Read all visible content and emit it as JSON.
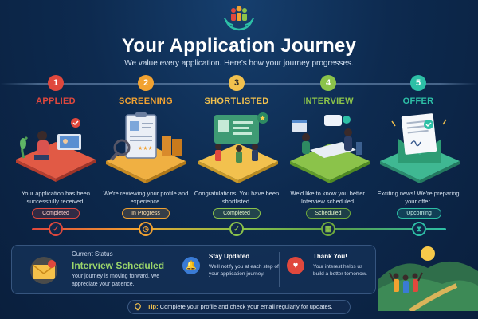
{
  "header": {
    "title": "Your Application Journey",
    "subtitle": "We value every application. Here's how your journey progresses."
  },
  "stages": [
    {
      "number": "1",
      "label": "APPLIED",
      "color": "#e0483d",
      "description": "Your application has been successfully received.",
      "status": "Completed",
      "status_icon": "check-icon"
    },
    {
      "number": "2",
      "label": "SCREENING",
      "color": "#f2a231",
      "description": "We're reviewing your profile and experience.",
      "status": "In Progress",
      "status_icon": "clock-icon"
    },
    {
      "number": "3",
      "label": "SHORTLISTED",
      "color": "#f2c14e",
      "description": "Congratulations! You have been shortlisted.",
      "status": "Completed",
      "status_icon": "check-icon"
    },
    {
      "number": "4",
      "label": "INTERVIEW",
      "color": "#8bc34a",
      "description": "We'd like to know you better. Interview scheduled.",
      "status": "Scheduled",
      "status_icon": "calendar-icon"
    },
    {
      "number": "5",
      "label": "OFFER",
      "color": "#2dbfa6",
      "description": "Exciting news! We're preparing your offer.",
      "status": "Upcoming",
      "status_icon": "hourglass-icon"
    }
  ],
  "current_status": {
    "heading": "Current Status",
    "value": "Interview Scheduled",
    "text": "Your journey is moving forward. We appreciate your patience."
  },
  "stay_updated": {
    "heading": "Stay Updated",
    "text": "We'll notify you at each step of your application journey."
  },
  "thank_you": {
    "heading": "Thank You!",
    "text": "Your interest helps us build a better tomorrow."
  },
  "tip": {
    "label": "Tip:",
    "text": "Complete your profile and check your email regularly for updates."
  }
}
